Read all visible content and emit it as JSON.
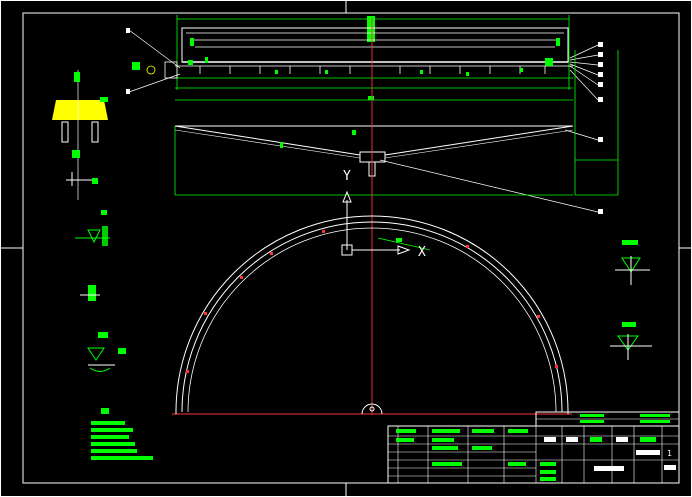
{
  "drawing": {
    "background": "#000000",
    "line_color": "#ffffff",
    "accent_green": "#00ff00",
    "accent_red": "#ff3333",
    "accent_yellow": "#ffff00"
  },
  "ucs": {
    "y_label": "Y",
    "x_label": "X"
  },
  "title_block": {
    "col_labels": [
      "",
      "",
      "",
      "",
      "",
      "",
      ""
    ],
    "drawing_no": "",
    "sheet": "1"
  }
}
